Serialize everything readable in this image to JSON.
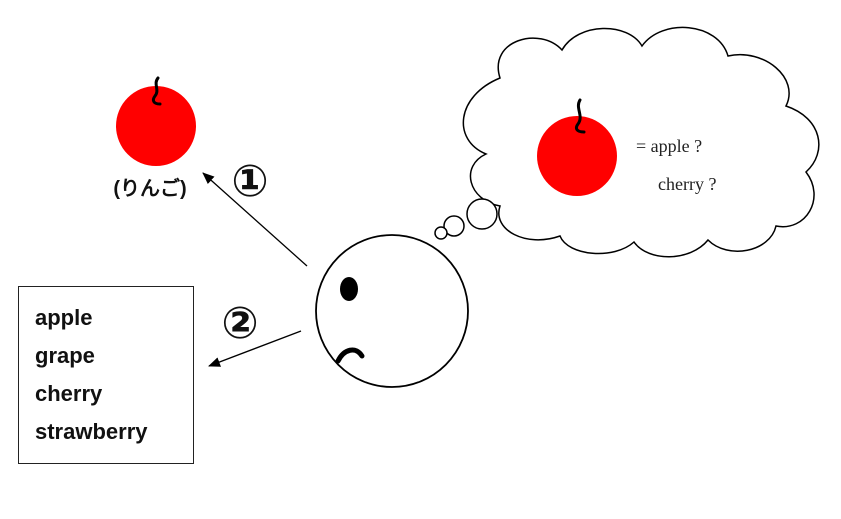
{
  "apple_label": "(りんご)",
  "step_one": "①",
  "step_two": "②",
  "word_list": [
    "apple",
    "grape",
    "cherry",
    "strawberry"
  ],
  "thought": {
    "line1": "= apple ?",
    "line2": "cherry ?"
  },
  "colors": {
    "apple": "#ff0000",
    "stroke": "#000000"
  },
  "icons": {
    "apple": "apple-icon",
    "face": "confused-face-icon",
    "thought_bubble": "thought-cloud-icon"
  }
}
